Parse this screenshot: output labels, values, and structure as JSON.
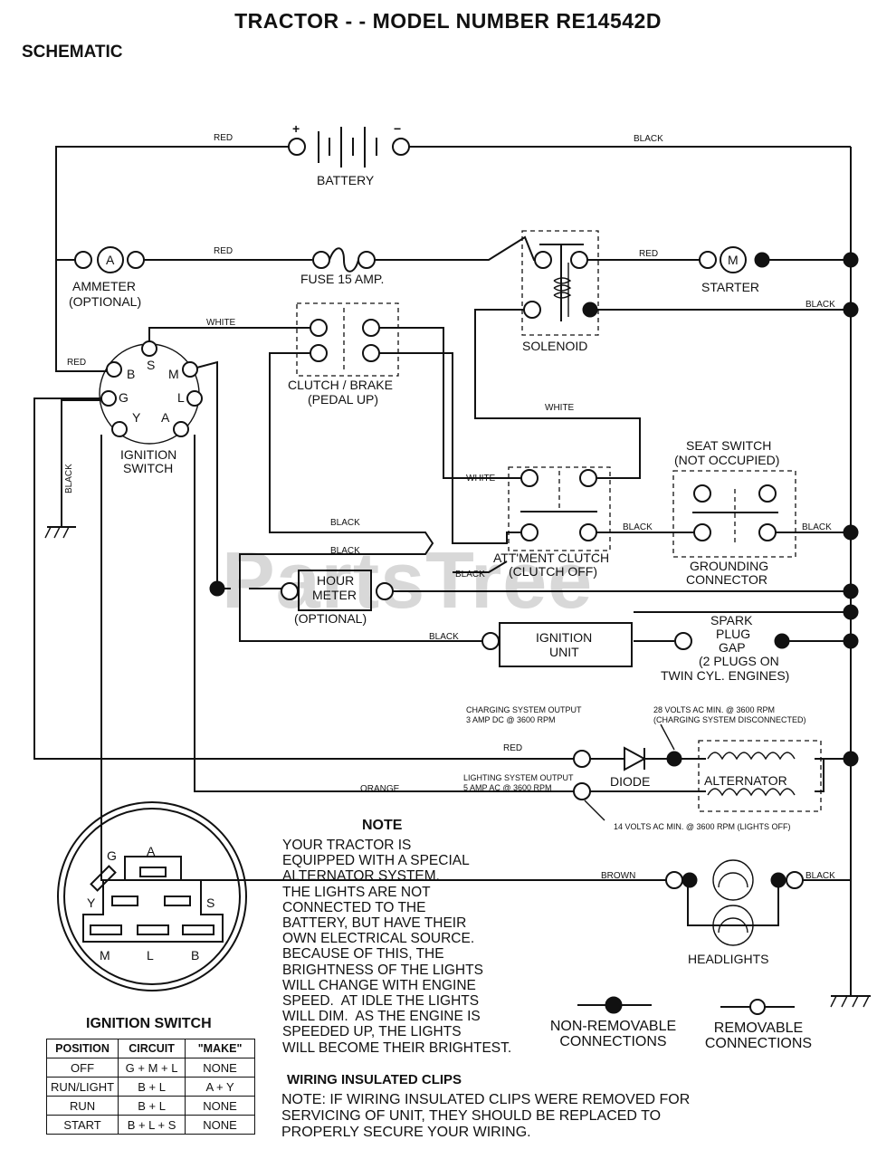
{
  "title": "TRACTOR - - MODEL NUMBER RE14542D",
  "section": "SCHEMATIC",
  "watermark": "PartsTree",
  "components": {
    "battery": "BATTERY",
    "battery_plus": "+",
    "battery_minus": "−",
    "ammeter_symbol": "A",
    "ammeter_1": "AMMETER",
    "ammeter_2": "(OPTIONAL)",
    "fuse": "FUSE 15 AMP.",
    "solenoid": "SOLENOID",
    "starter_symbol": "M",
    "starter": "STARTER",
    "clutch_brake_1": "CLUTCH / BRAKE",
    "clutch_brake_2": "(PEDAL UP)",
    "ignition_switch_1": "IGNITION",
    "ignition_switch_2": "SWITCH",
    "seat_switch_1": "SEAT SWITCH",
    "seat_switch_2": "(NOT OCCUPIED)",
    "attachment_clutch_1": "ATT'MENT CLUTCH",
    "attachment_clutch_2": "(CLUTCH OFF)",
    "grounding_1": "GROUNDING",
    "grounding_2": "CONNECTOR",
    "hour_meter_1": "HOUR",
    "hour_meter_2": "METER",
    "hour_meter_3": "(OPTIONAL)",
    "ignition_unit_1": "IGNITION",
    "ignition_unit_2": "UNIT",
    "spark_plug_1": "SPARK",
    "spark_plug_2": "PLUG",
    "spark_plug_3": "GAP",
    "spark_plug_4": "(2 PLUGS ON",
    "spark_plug_5": "TWIN CYL. ENGINES)",
    "charging_output_1": "CHARGING SYSTEM OUTPUT",
    "charging_output_2": "3 AMP DC @ 3600 RPM",
    "ac_28_1": "28 VOLTS AC MIN. @ 3600 RPM",
    "ac_28_2": "(CHARGING SYSTEM DISCONNECTED)",
    "diode": "DIODE",
    "alternator": "ALTERNATOR",
    "lighting_output_1": "LIGHTING SYSTEM OUTPUT",
    "lighting_output_2": "5 AMP AC @ 3600 RPM",
    "ac_14": "14 VOLTS AC MIN. @ 3600 RPM (LIGHTS OFF)",
    "headlights": "HEADLIGHTS"
  },
  "switch_terminals": {
    "B": "B",
    "S": "S",
    "M": "M",
    "G": "G",
    "L": "L",
    "Y": "Y",
    "A": "A"
  },
  "wires": {
    "red": "RED",
    "black": "BLACK",
    "white": "WHITE",
    "orange": "ORANGE",
    "brown": "BROWN"
  },
  "note": {
    "heading": "NOTE",
    "body": "YOUR TRACTOR IS\nEQUIPPED WITH A SPECIAL\nALTERNATOR SYSTEM.\nTHE LIGHTS ARE NOT\nCONNECTED TO THE\nBATTERY, BUT HAVE THEIR\nOWN ELECTRICAL SOURCE.\nBECAUSE OF THIS, THE\nBRIGHTNESS OF THE LIGHTS\nWILL CHANGE WITH ENGINE\nSPEED.  AT IDLE THE LIGHTS\nWILL DIM.  AS THE ENGINE IS\nSPEEDED UP, THE LIGHTS\nWILL BECOME THEIR BRIGHTEST."
  },
  "clips": {
    "heading": "WIRING INSULATED CLIPS",
    "body": "NOTE: IF WIRING INSULATED CLIPS WERE REMOVED FOR\nSERVICING OF UNIT, THEY SHOULD BE REPLACED TO\nPROPERLY SECURE YOUR WIRING."
  },
  "legend": {
    "non_removable": "NON-REMOVABLE\nCONNECTIONS",
    "removable": "REMOVABLE\nCONNECTIONS"
  },
  "ignition_table": {
    "title": "IGNITION SWITCH",
    "headers": [
      "POSITION",
      "CIRCUIT",
      "\"MAKE\""
    ],
    "rows": [
      [
        "OFF",
        "G + M + L",
        "NONE"
      ],
      [
        "RUN/LIGHT",
        "B + L",
        "A + Y"
      ],
      [
        "RUN",
        "B + L",
        "NONE"
      ],
      [
        "START",
        "B + L + S",
        "NONE"
      ]
    ]
  }
}
